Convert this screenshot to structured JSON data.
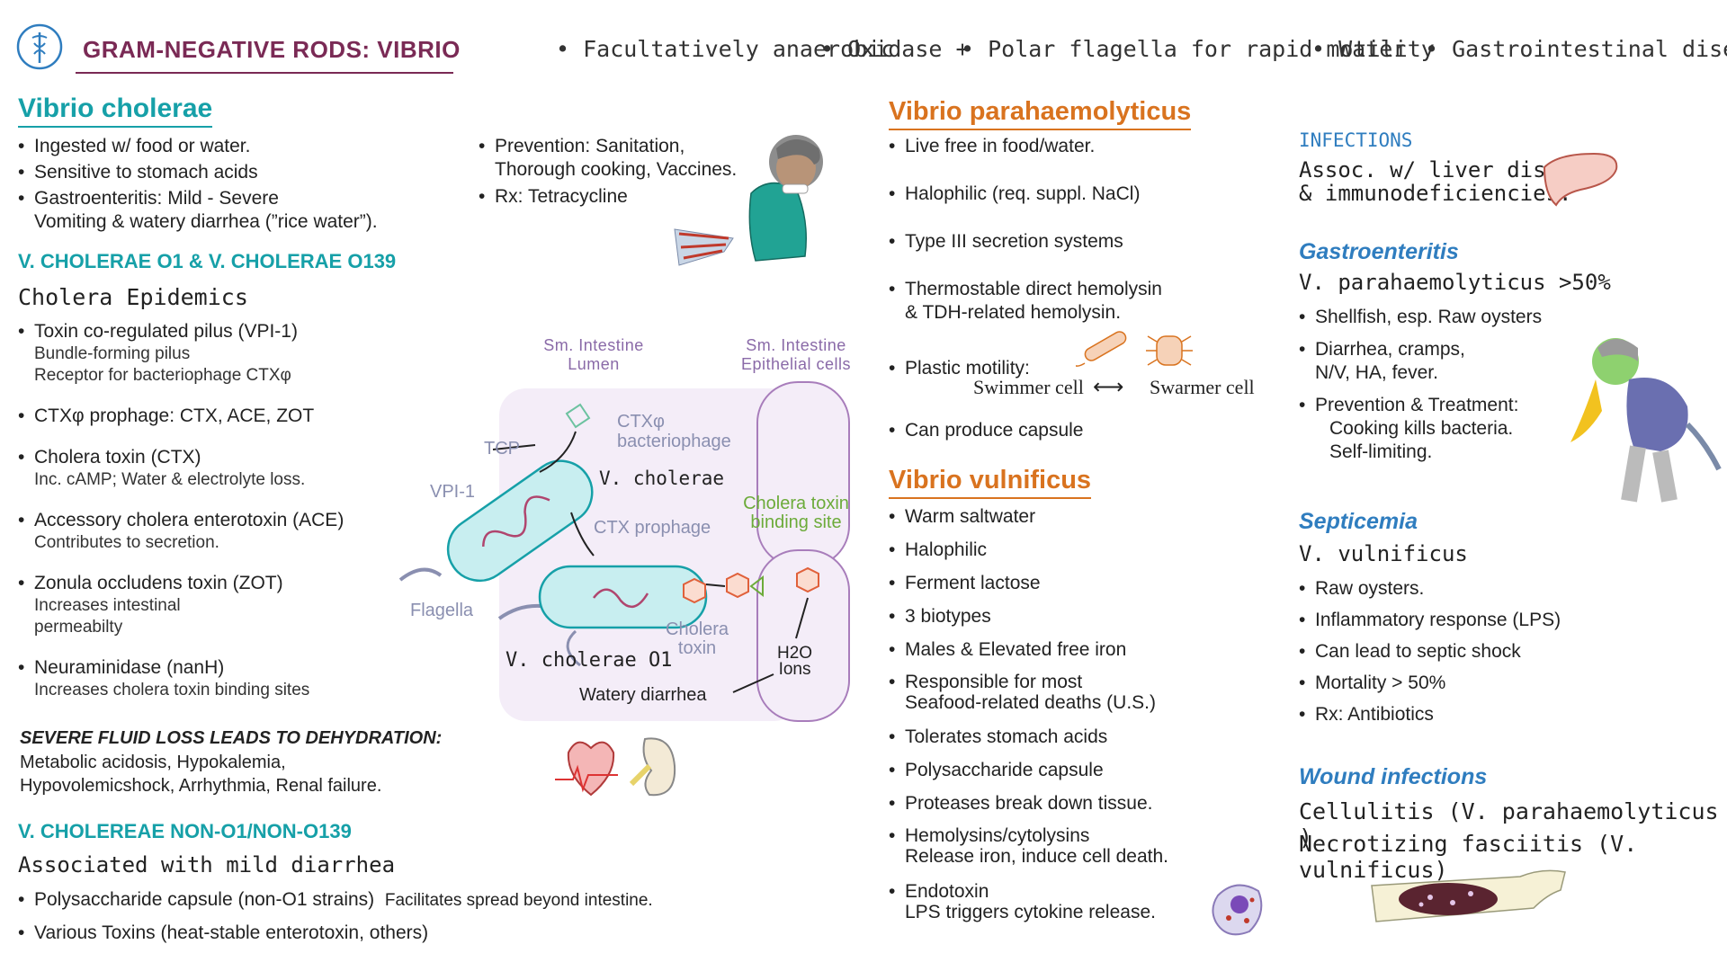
{
  "header": {
    "title": "GRAM-NEGATIVE RODS: VIBRIO",
    "properties": [
      "• Facultatively anaerobic",
      "• Oxidase +",
      "• Polar flagella for rapid motility",
      "• Water",
      "• Gastrointestinal disease"
    ]
  },
  "cholerae": {
    "heading": "Vibrio cholerae",
    "bullets": [
      "Ingested w/ food or water.",
      "Sensitive to stomach acids",
      "Gastroenteritis: Mild - Severe"
    ],
    "bullet3_line2": "Vomiting &  watery diarrhea (”rice water”).",
    "prevention_line1": "Prevention: Sanitation,",
    "prevention_line2": "Thorough cooking, Vaccines.",
    "rx": "Rx: Tetracycline",
    "o1_heading": "V. CHOLERAE  O1 &  V. CHOLERAE O139",
    "epidemics": "Cholera Epidemics",
    "factors": [
      {
        "name": "Toxin co-regulated pilus (VPI-1)",
        "desc1": "Bundle-forming pilus",
        "desc2": "Receptor for bacteriophage CTXφ"
      },
      {
        "name": "CTXφ prophage: CTX, ACE, ZOT",
        "desc1": "",
        "desc2": ""
      },
      {
        "name": "Cholera toxin  (CTX)",
        "desc1": "Inc. cAMP; Water & electrolyte loss.",
        "desc2": ""
      },
      {
        "name": "Accessory cholera enterotoxin (ACE)",
        "desc1": "Contributes to secretion.",
        "desc2": ""
      },
      {
        "name": "Zonula occludens toxin (ZOT)",
        "desc1": "Increases intestinal",
        "desc2": "permeabilty"
      },
      {
        "name": "Neuraminidase (nanH)",
        "desc1": "Increases cholera toxin binding sites",
        "desc2": ""
      }
    ],
    "fluid_loss_heading": "Severe fluid loss leads to dehydration:",
    "fluid_loss_line1": "Metabolic acidosis, Hypokalemia,",
    "fluid_loss_line2": "Hypovolemicshock, Arrhythmia, Renal failure.",
    "non_o1_heading": "V. CHOLEREAE NON-O1/NON-O139",
    "non_o1_sub": "Associated with mild diarrhea",
    "non_o1_bullets": [
      {
        "main": "Polysaccharide capsule (non-O1 strains)",
        "extra": "Facilitates spread beyond intestine."
      },
      {
        "main": "Various Toxins (heat-stable enterotoxin, others)",
        "extra": ""
      }
    ]
  },
  "diagram": {
    "lumen_line1": "Sm. Intestine",
    "lumen_line2": "Lumen",
    "epi_line1": "Sm. Intestine",
    "epi_line2": "Epithelial cells",
    "tcp": "TCP",
    "phage_line1": "CTXφ",
    "phage_line2": "bacteriophage",
    "vcholerae": "V. cholerae",
    "vpi": "VPI-1",
    "ctx_prophage": "CTX prophage",
    "binding_line1": "Cholera toxin",
    "binding_line2": "binding site",
    "flagella": "Flagella",
    "toxin_line1": "Cholera",
    "toxin_line2": "toxin",
    "vcholerae_o1": "V. cholerae  O1",
    "h2o_line1": "H2O",
    "h2o_line2": "Ions",
    "watery": "Watery diarrhea"
  },
  "para": {
    "heading": "Vibrio parahaemolyticus",
    "bullets": [
      "Live free in food/water.",
      "Halophilic (req. suppl. NaCl)",
      "Type III secretion systems"
    ],
    "hemolysin_line1": "Thermostable direct hemolysin",
    "hemolysin_line2": "& TDH-related hemolysin.",
    "plastic": "Plastic motility:",
    "swimmer": "Swimmer cell",
    "swarmer": "Swarmer cell",
    "capsule": "Can produce capsule"
  },
  "vulnificus": {
    "heading": "Vibrio vulnificus",
    "bullets": [
      "Warm saltwater",
      "Halophilic",
      "Ferment lactose",
      "3 biotypes",
      "Males & Elevated free iron"
    ],
    "seafood_line1": "Responsible for most",
    "seafood_line2": "Seafood-related deaths (U.S.)",
    "bullets2": [
      "Tolerates stomach acids",
      "Polysaccharide capsule",
      "Proteases break down tissue."
    ],
    "hemo_line1": "Hemolysins/cytolysins",
    "hemo_line2": "Release iron, induce cell death.",
    "endo_line1": "Endotoxin",
    "endo_line2": "LPS triggers cytokine release."
  },
  "infections": {
    "heading": "Infections",
    "assoc_line1": "Assoc. w/ liver disease",
    "assoc_line2": "& immunodeficiencies.",
    "gastro_heading": "Gastroenteritis",
    "gastro_sub": "V. parahaemolyticus >50%",
    "gastro_bullets": [
      "Shellfish,  esp. Raw oysters"
    ],
    "diarrhea_line1": "Diarrhea, cramps,",
    "diarrhea_line2": "N/V, HA, fever.",
    "prev_line1": "Prevention & Treatment:",
    "prev_line2": "Cooking kills bacteria.",
    "prev_line3": "Self-limiting.",
    "sept_heading": "Septicemia",
    "sept_sub": "V. vulnificus",
    "sept_bullets": [
      "Raw oysters.",
      "Inflammatory response (LPS)",
      "Can lead to septic shock",
      "Mortality > 50%",
      "Rx: Antibiotics"
    ],
    "wound_heading": "Wound infections",
    "cellulitis": "Cellulitis (V. parahaemolyticus )",
    "necrotizing": "Necrotizing fasciitis (V. vulnificus)"
  },
  "colors": {
    "title": "#7a2a55",
    "teal": "#16a0a8",
    "orange": "#d9731f",
    "blue": "#2f7dbf",
    "bacteria": "#c8eef0",
    "epithelium": "#efe4f4",
    "binding": "#6cab3a"
  }
}
